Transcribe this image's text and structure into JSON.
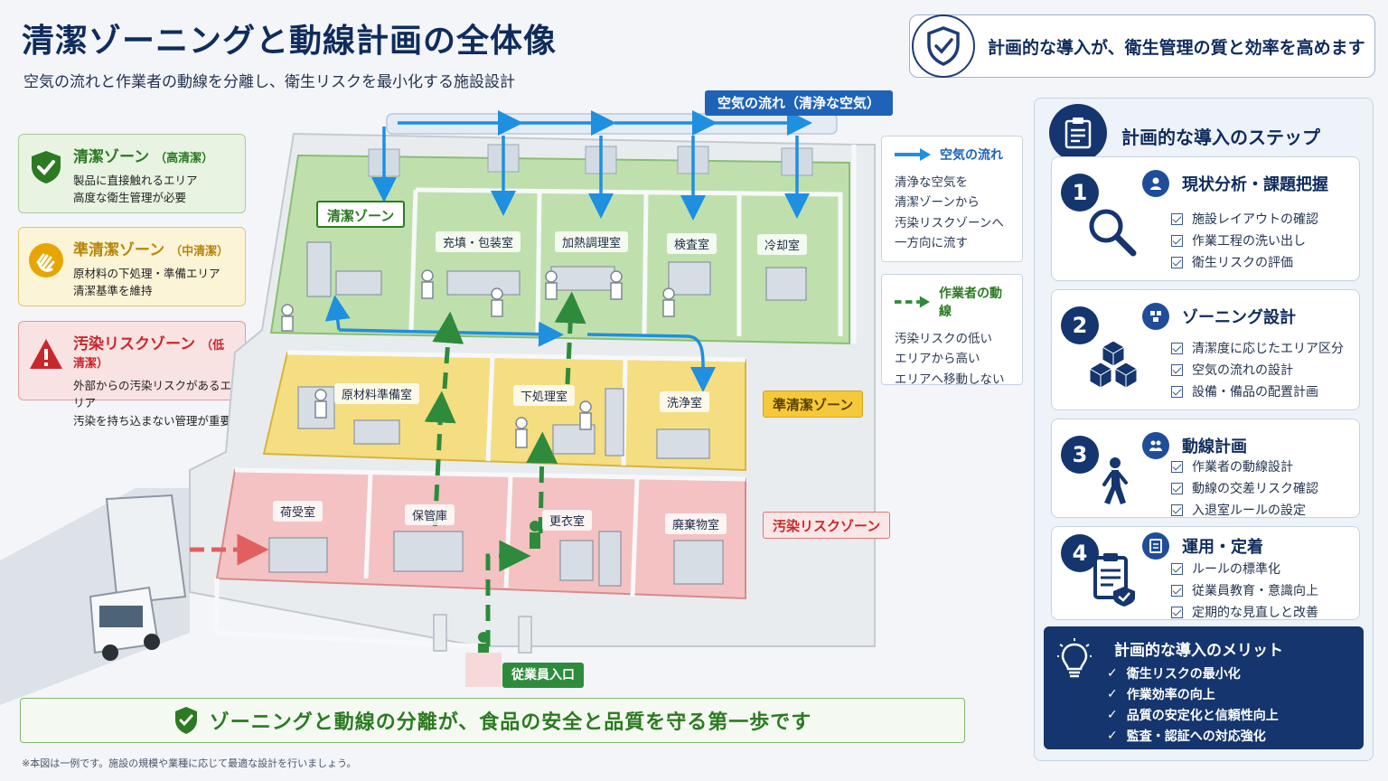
{
  "title": "清潔ゾーニングと動線計画の全体像",
  "subtitle": "空気の流れと作業者の動線を分離し、衛生リスクを最小化する施設設計",
  "top_banner": {
    "text": "計画的な導入が、衛生管理の質と効率を高めます",
    "icon": "shield-check-icon"
  },
  "zones": [
    {
      "name": "清潔ゾーン",
      "level": "（高清潔）",
      "desc1": "製品に直接触れるエリア",
      "desc2": "高度な衛生管理が必要",
      "color": "#2c7a22"
    },
    {
      "name": "準清潔ゾーン",
      "level": "（中清潔）",
      "desc1": "原材料の下処理・準備エリア",
      "desc2": "清潔基準を維持",
      "color": "#e0a800"
    },
    {
      "name": "汚染リスクゾーン",
      "level": "（低清潔）",
      "desc1": "外部からの汚染リスクがあるエリア",
      "desc2": "汚染を持ち込まない管理が重要",
      "color": "#c8282c"
    }
  ],
  "plan": {
    "air_tag": "空気の流れ（清浄な空気）",
    "zone_tags": {
      "clean": "清潔ゾーン",
      "semi": "準清潔ゾーン",
      "risk": "汚染リスクゾーン",
      "entry": "従業員入口"
    },
    "rooms": {
      "filling": "充填・包装室",
      "heating": "加熱調理室",
      "inspection": "検査室",
      "cooling": "冷却室",
      "raw_prep": "原材料準備室",
      "pre_process": "下処理室",
      "washing": "洗浄室",
      "receiving": "荷受室",
      "storage": "保管庫",
      "locker": "更衣室",
      "waste": "廃棄物室"
    }
  },
  "legend_air": {
    "title": "空気の流れ",
    "l1": "清浄な空気を",
    "l2": "清潔ゾーンから",
    "l3": "汚染リスクゾーンへ",
    "l4": "一方向に流す"
  },
  "legend_move": {
    "title": "作業者の動線",
    "l1": "汚染リスクの低い",
    "l2": "エリアから高い",
    "l3": "エリアへ移動しない"
  },
  "steps_panel": {
    "title": "計画的な導入のステップ",
    "steps": [
      {
        "num": "1",
        "name": "現状分析・課題把握",
        "items": [
          "施設レイアウトの確認",
          "作業工程の洗い出し",
          "衛生リスクの評価"
        ]
      },
      {
        "num": "2",
        "name": "ゾーニング設計",
        "items": [
          "清潔度に応じたエリア区分",
          "空気の流れの設計",
          "設備・備品の配置計画"
        ]
      },
      {
        "num": "3",
        "name": "動線計画",
        "items": [
          "作業者の動線設計",
          "動線の交差リスク確認",
          "入退室ルールの設定"
        ]
      },
      {
        "num": "4",
        "name": "運用・定着",
        "items": [
          "ルールの標準化",
          "従業員教育・意識向上",
          "定期的な見直しと改善"
        ]
      }
    ],
    "merit": {
      "title": "計画的な導入のメリット",
      "items": [
        "衛生リスクの最小化",
        "作業効率の向上",
        "品質の安定化と信頼性向上",
        "監査・認証への対応強化"
      ]
    }
  },
  "bottom_banner": "ゾーニングと動線の分離が、食品の安全と品質を守る第一歩です",
  "note": "※本図は一例です。施設の規模や業種に応じて最適な設計を行いましょう。",
  "colors": {
    "navy": "#15356e",
    "air_blue": "#1f8fe0",
    "move_green": "#2e8b3c",
    "clean_fill": "#bfe0ad",
    "semi_fill": "#f5dd82",
    "risk_fill": "#f4c2c2"
  }
}
